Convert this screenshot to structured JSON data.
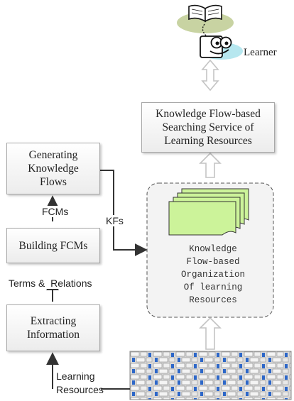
{
  "nodes": {
    "generating": "Generating\nKnowledge\nFlows",
    "building": "Building FCMs",
    "extracting": "Extracting\nInformation",
    "searching": "Knowledge Flow-based\nSearching Service of\nLearning Resources",
    "organization": "Knowledge\nFlow-based\nOrganization\nOf learning\nResources",
    "learner": "Learner"
  },
  "edge_labels": {
    "fcms": "FCMs",
    "terms_relations": "Terms &  Relations",
    "kfs": "KFs",
    "learning_resources": "Learning\nResources"
  },
  "colors": {
    "box_border": "#a8a8a8",
    "document_fill": "#ccf39a",
    "learner_face": "#b6e7ef",
    "book_ellipse": "#c8d3a2",
    "hollow_arrow": "#c4c4c4",
    "resource_icon_blue": "#2d67c8"
  }
}
